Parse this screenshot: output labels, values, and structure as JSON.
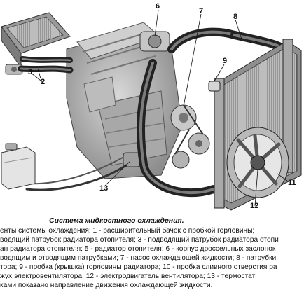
{
  "callouts": [
    "2",
    "3",
    "6",
    "7",
    "8",
    "9",
    "11",
    "12",
    "13"
  ],
  "caption": {
    "title": "Система жидкостного охлаждения.",
    "lines": [
      "енты системы охлаждения: 1 - расширительный бачок с пробкой горловины;",
      "водящий патрубок радиатора отопителя; 3 - подводящий патрубок радиатора отопи",
      "ан радиатора отопителя; 5 - радиатор отопителя; 6 - корпус дроссельных заслонок",
      "водящим и отводящим патрубками; 7 - насос охлаждающей жидкости; 8 - патрубки",
      "тора; 9 - пробка (крышка) горловины радиатора; 10 - пробка сливного отверстия ра",
      "жух электровентилятора; 12 - электродвигатель вентилятора; 13 - термостат",
      "ками показано направление движения охлаждающей жидкости."
    ]
  }
}
